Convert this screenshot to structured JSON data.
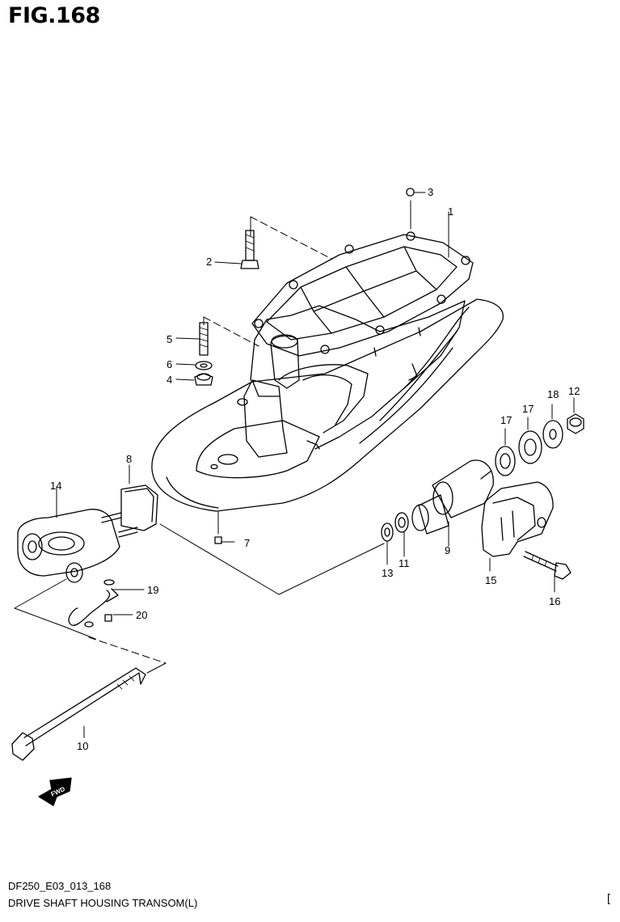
{
  "figure": {
    "title": "FIG.168"
  },
  "footer": {
    "code": "DF250_E03_013_168",
    "title": "DRIVE SHAFT HOUSING TRANSOM(L)",
    "bracket": "["
  },
  "fwd_badge": "FWD",
  "callouts": {
    "p1": "1",
    "p2": "2",
    "p3": "3",
    "p4": "4",
    "p5": "5",
    "p6": "6",
    "p7": "7",
    "p8": "8",
    "p9": "9",
    "p10": "10",
    "p11": "11",
    "p12": "12",
    "p13": "13",
    "p14": "14",
    "p15": "15",
    "p16": "16",
    "p17a": "17",
    "p17b": "17",
    "p18": "18",
    "p19": "19",
    "p20": "20"
  }
}
